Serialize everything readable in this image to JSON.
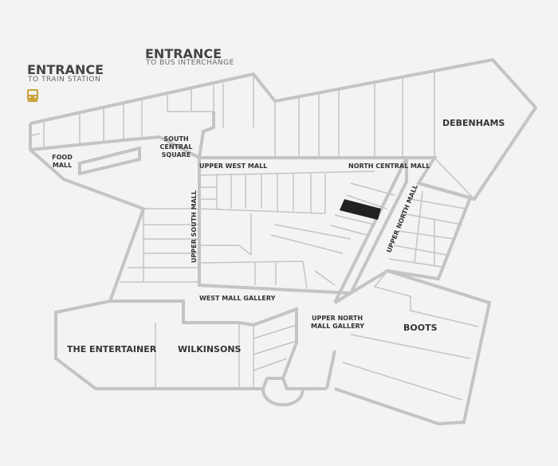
{
  "entrances": {
    "train": {
      "title": "ENTRANCE",
      "subtitle": "TO TRAIN STATION",
      "icon": "train-icon"
    },
    "bus": {
      "title": "ENTRANCE",
      "subtitle": "TO BUS INTERCHANGE"
    }
  },
  "areas": {
    "food_mall_1": "FOOD",
    "food_mall_2": "MALL",
    "south_central_1": "SOUTH",
    "south_central_2": "CENTRAL",
    "south_central_3": "SQUARE",
    "upper_west_mall": "UPPER WEST MALL",
    "north_central_mall": "NORTH CENTRAL MALL",
    "upper_north_mall": "UPPER NORTH MALL",
    "upper_south_mall": "UPPER SOUTH MALL",
    "west_mall_gallery": "WEST MALL GALLERY",
    "upper_north_gallery_1": "UPPER NORTH",
    "upper_north_gallery_2": "MALL GALLERY"
  },
  "stores": {
    "debenhams": "DEBENHAMS",
    "boots": "BOOTS",
    "entertainer": "THE ENTERTAINER",
    "wilkinsons": "WILKINSONS"
  },
  "colors": {
    "background": "#f3f3f3",
    "wall": "#c4c4c4",
    "highlight": "#222222",
    "train_icon": "#c8a33a"
  }
}
